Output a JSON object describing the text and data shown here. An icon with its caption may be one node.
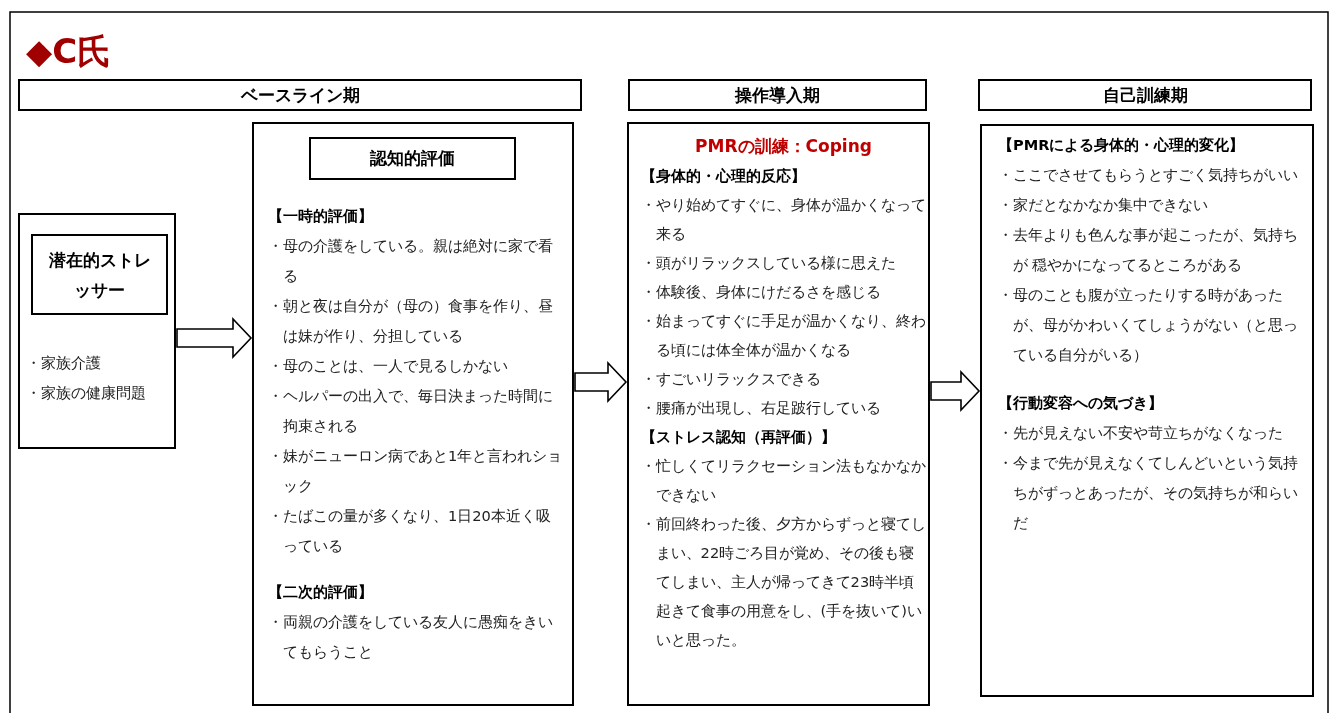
{
  "diagram": {
    "title": "◆C氏",
    "nodes": [
      {
        "text": [
          "ベースライン期"
        ]
      },
      {
        "text": [
          "操作導入期"
        ]
      },
      {
        "text": [
          "自己訓練期"
        ]
      },
      {
        "text": [
          "・家族介護",
          "・家族の健康問題"
        ]
      },
      {
        "text": [
          "潜在的ストレッサー"
        ],
        "in": 3
      },
      {
        "text": [
          "【一時的評価】",
          "・母の介護をしている。親は絶対に家で看る",
          "・朝と夜は自分が（母の）食事を作り、昼は妹が作り、分担している",
          "・母のことは、一人で見るしかない",
          "・ヘルパーの出入で、毎日決まった時間に拘束される",
          "・妹がニューロン病であと1年と言われショック",
          "・たばこの量が多くなり、1日20本近く吸っている",
          "【二次的評価】",
          "・両親の介護をしている友人に愚痴をきいてもらうこと"
        ]
      },
      {
        "text": [
          "認知的評価"
        ],
        "in": 5
      },
      {
        "text": [
          "PMRの訓練：Coping",
          "【身体的・心理的反応】",
          "・やり始めてすぐに、身体が温かくなって来る",
          "・頭がリラックスしている様に思えた",
          "・体験後、身体にけだるさを感じる",
          "・始まってすぐに手足が温かくなり、終わる頃には体全体が温かくなる",
          "・すごいリラックスできる",
          "・腰痛が出現し、右足跛行している",
          "【ストレス認知（再評価）】",
          "・忙しくてリラクセーション法もなかなかできない",
          "・前回終わった後、夕方からずっと寝てしまい、22時ごろ目が覚め、その後も寝てしまい、主人が帰ってきて23時半頃起きて食事の用意をし、(手を抜いて)いいと思った。"
        ]
      },
      {
        "text": [
          "【PMRによる身体的・心理的変化】",
          "・ここでさせてもらうとすごく気持ちがいい",
          "・家だとなかなか集中できない",
          "・去年よりも色んな事が起こったが、気持ちが 穏やかになってるところがある",
          "・母のことも腹が立ったりする時があったが、母がかわいくてしょうがない（と思っている自分がいる）",
          "【行動変容への気づき】",
          "・先が見えない不安や苛立ちがなくなった",
          "・今まで先が見えなくてしんどいという気持ちがずっとあったが、その気持ちが和らいだ"
        ]
      }
    ],
    "edges": [
      {
        "from": 3,
        "to": 5,
        "arrow": "to"
      },
      {
        "from": 5,
        "to": 7,
        "arrow": "to"
      },
      {
        "from": 7,
        "to": 8,
        "arrow": "to"
      }
    ]
  }
}
